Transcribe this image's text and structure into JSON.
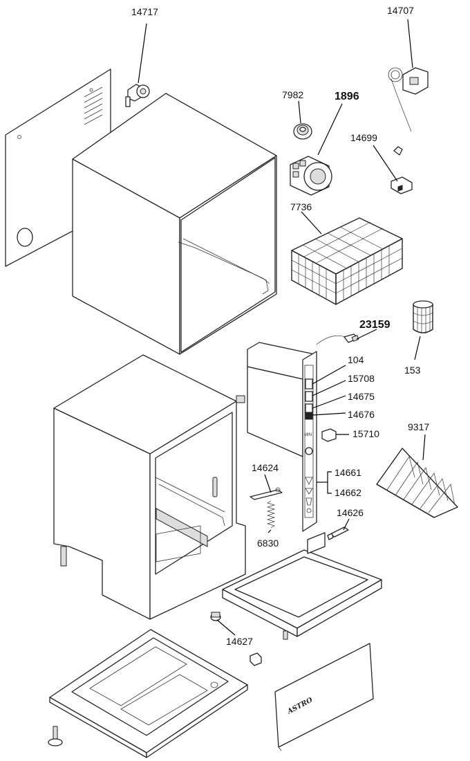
{
  "callouts": {
    "c14717": "14717",
    "c14707": "14707",
    "c7982": "7982",
    "c1896": "1896",
    "c14699": "14699",
    "c7736": "7736",
    "c23159": "23159",
    "c153": "153",
    "c104": "104",
    "c15708": "15708",
    "c14675": "14675",
    "c14676": "14676",
    "c15710": "15710",
    "c9317": "9317",
    "c14624": "14624",
    "c14661": "14661",
    "c14662": "14662",
    "c14626": "14626",
    "c6830": "6830",
    "c14627": "14627"
  },
  "panel_label": "MIN",
  "brand_logo": "ASTRO"
}
